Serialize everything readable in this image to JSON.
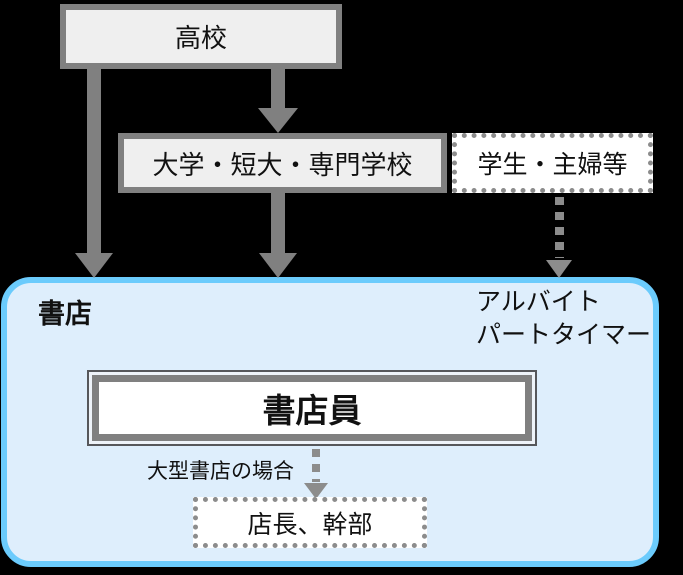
{
  "nodes": {
    "highschool": {
      "label": "高校"
    },
    "university": {
      "label": "大学・短大・専門学校"
    },
    "students": {
      "label": "学生・主婦等"
    },
    "bookstore": {
      "label": "書店"
    },
    "parttime": {
      "line1": "アルバイト",
      "line2": "パートタイマー"
    },
    "clerk": {
      "label": "書店員"
    },
    "large_store_note": {
      "label": "大型書店の場合"
    },
    "manager": {
      "label": "店長、幹部"
    }
  },
  "colors": {
    "arrow": "#808080",
    "solid_box_border": "#808080",
    "solid_box_fill": "#efefef",
    "dotted_border": "#8c8c8c",
    "bookstore_border": "#6bcbfc",
    "bookstore_fill": "#deeefc",
    "clerk_outer_border": "#56575b",
    "background": "#000000"
  }
}
